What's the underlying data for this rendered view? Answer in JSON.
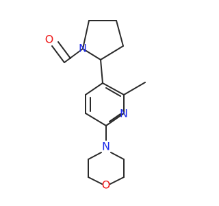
{
  "molecule": {
    "atoms": {
      "o_aldehyde": "O",
      "n_pyrrolidine": "N",
      "n_pyridine": "N",
      "n_morpholine": "N",
      "o_morpholine": "O"
    }
  },
  "colors": {
    "bond": "#2a2a2a",
    "nitrogen": "#1f2de8",
    "oxygen": "#ee1b1b",
    "background": "#ffffff"
  }
}
